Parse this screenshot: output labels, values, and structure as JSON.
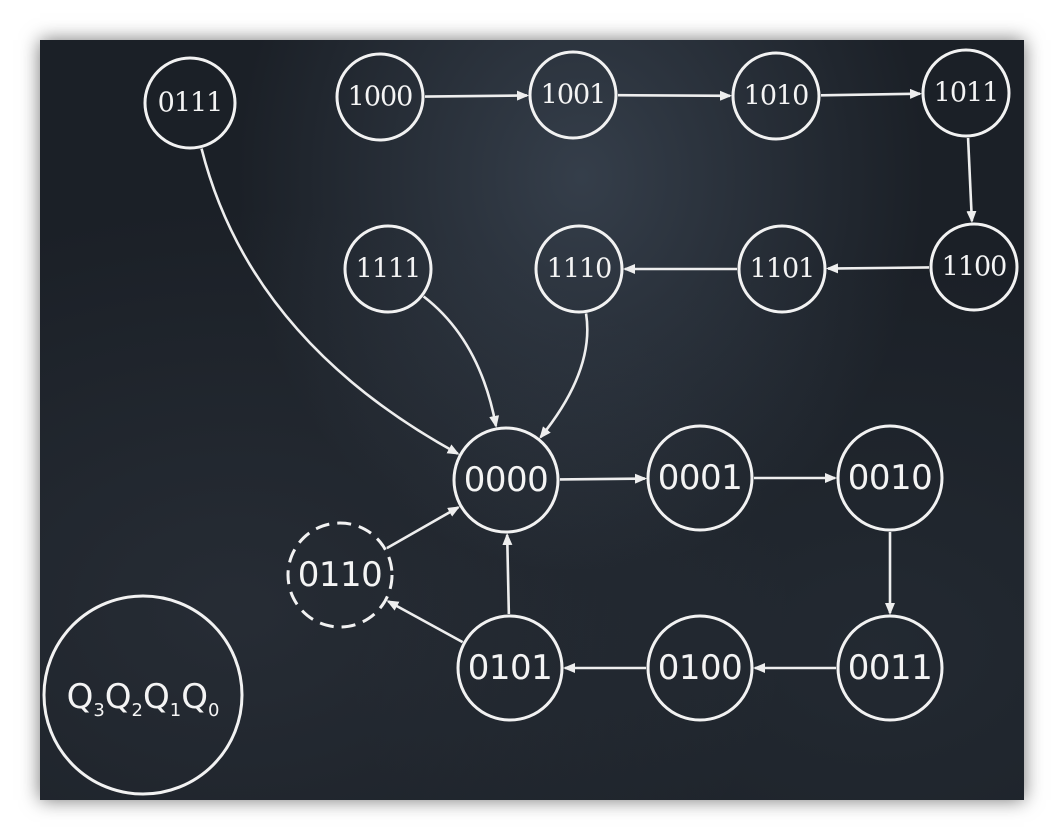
{
  "diagram": {
    "nodes": [
      {
        "id": "0111",
        "label": "0111",
        "style": "serif"
      },
      {
        "id": "1000",
        "label": "1000",
        "style": "serif"
      },
      {
        "id": "1001",
        "label": "1001",
        "style": "serif"
      },
      {
        "id": "1010",
        "label": "1010",
        "style": "serif"
      },
      {
        "id": "1011",
        "label": "1011",
        "style": "serif"
      },
      {
        "id": "1111",
        "label": "1111",
        "style": "serif"
      },
      {
        "id": "1110",
        "label": "1110",
        "style": "serif"
      },
      {
        "id": "1101",
        "label": "1101",
        "style": "serif"
      },
      {
        "id": "1100",
        "label": "1100",
        "style": "serif"
      },
      {
        "id": "0000",
        "label": "0000",
        "style": "sans"
      },
      {
        "id": "0001",
        "label": "0001",
        "style": "sans"
      },
      {
        "id": "0010",
        "label": "0010",
        "style": "sans"
      },
      {
        "id": "0110",
        "label": "0110",
        "style": "sans",
        "dashed": true
      },
      {
        "id": "0101",
        "label": "0101",
        "style": "sans"
      },
      {
        "id": "0100",
        "label": "0100",
        "style": "sans"
      },
      {
        "id": "0011",
        "label": "0011",
        "style": "sans"
      }
    ],
    "edges": [
      {
        "from": "1000",
        "to": "1001"
      },
      {
        "from": "1001",
        "to": "1010"
      },
      {
        "from": "1010",
        "to": "1011"
      },
      {
        "from": "1011",
        "to": "1100"
      },
      {
        "from": "1100",
        "to": "1101"
      },
      {
        "from": "1101",
        "to": "1110"
      },
      {
        "from": "1110",
        "to": "0000"
      },
      {
        "from": "1111",
        "to": "0000"
      },
      {
        "from": "0111",
        "to": "0000"
      },
      {
        "from": "0000",
        "to": "0001"
      },
      {
        "from": "0001",
        "to": "0010"
      },
      {
        "from": "0010",
        "to": "0011"
      },
      {
        "from": "0011",
        "to": "0100"
      },
      {
        "from": "0100",
        "to": "0101"
      },
      {
        "from": "0101",
        "to": "0000"
      },
      {
        "from": "0101",
        "to": "0110"
      },
      {
        "from": "0110",
        "to": "0000"
      }
    ],
    "legend": {
      "parts": [
        {
          "q": "Q",
          "sub": "3"
        },
        {
          "q": "Q",
          "sub": "2"
        },
        {
          "q": "Q",
          "sub": "1"
        },
        {
          "q": "Q",
          "sub": "0"
        }
      ]
    },
    "colors": {
      "background": "#1b2027",
      "stroke": "#f2f2f2"
    }
  }
}
